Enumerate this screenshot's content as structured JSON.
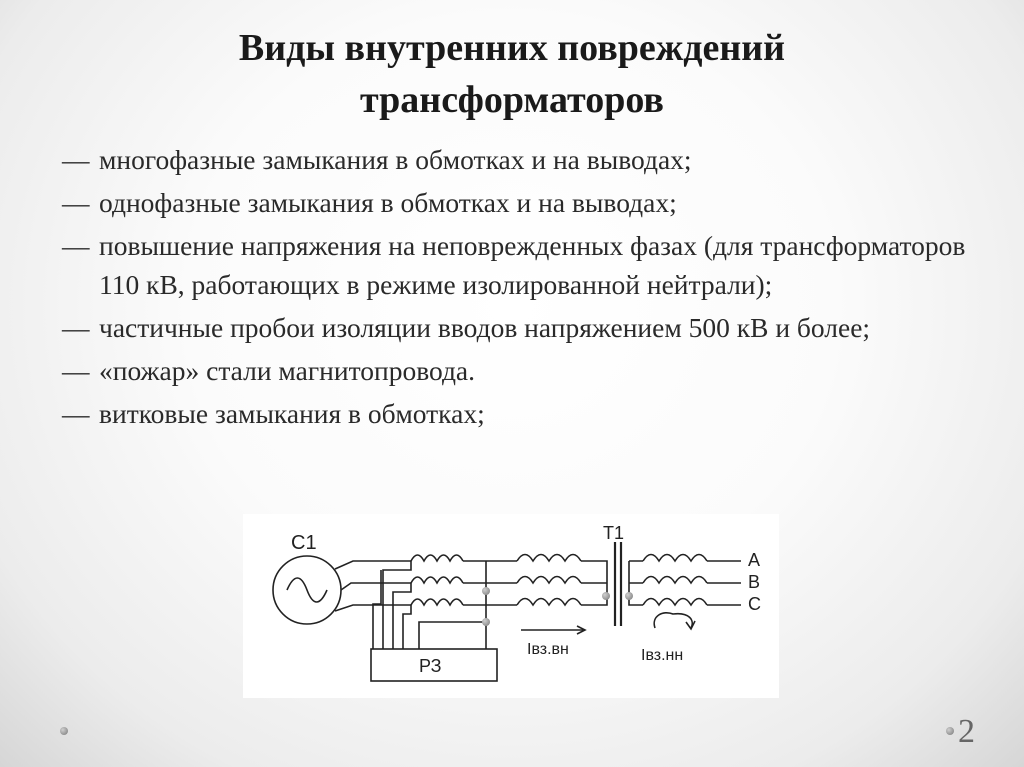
{
  "slide": {
    "title_line1": "Виды внутренних повреждений",
    "title_line2": "трансформаторов",
    "bullet_marker": "—",
    "items": [
      "многофазные замыкания в обмотках и на выводах;",
      "однофазные замыкания в обмотках и на выводах;",
      "повышение напряжения на неповрежденных фазах (для трансформаторов 110 кВ, работающих в режиме изолированной нейтрали);",
      "частичные пробои изоляции вводов напряжением 500 кВ и более;",
      "«пожар» стали магнитопровода.",
      "витковые замыкания в обмотках;"
    ],
    "page_number": "2"
  },
  "diagram": {
    "generator_label": "C1",
    "transformer_label": "T1",
    "relay_label": "РЗ",
    "phase_labels": [
      "A",
      "B",
      "C"
    ],
    "current_hv_label": "Iвз.вн",
    "current_lv_label": "Iвз.нн"
  }
}
